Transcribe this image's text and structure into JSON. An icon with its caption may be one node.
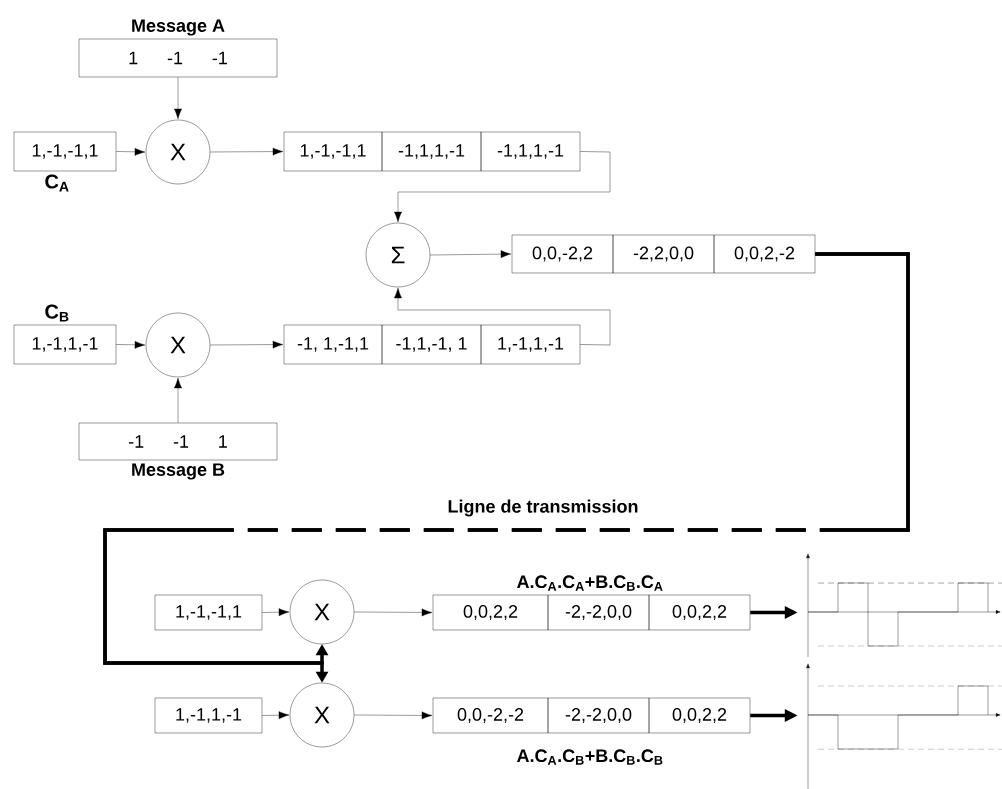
{
  "diagram": {
    "nodes": [
      {
        "text": [
          "Message A",
          "1 -1 -1"
        ]
      },
      {
        "text": [
          "1,-1,-1,1"
        ],
        "beside": [
          "C$_{A}$"
        ]
      },
      {
        "text": [
          "X"
        ]
      },
      {
        "text": [
          "1,-1,-1,1"
        ]
      },
      {
        "text": [
          "-1,1,1,-1"
        ]
      },
      {
        "text": [
          "-1,1,1,-1"
        ]
      },
      {
        "text": [
          "Σ"
        ]
      },
      {
        "text": [
          "0,0,-2,2"
        ]
      },
      {
        "text": [
          "-2,2,0,0"
        ]
      },
      {
        "text": [
          "0,0,2,-2"
        ]
      },
      {
        "text": [
          "1,-1,1,-1"
        ],
        "beside": [
          "C$_{B}$"
        ]
      },
      {
        "text": [
          "X"
        ]
      },
      {
        "text": [
          "-1, 1,-1,1"
        ]
      },
      {
        "text": [
          "-1,1,-1, 1"
        ]
      },
      {
        "text": [
          "1,-1,1,-1"
        ]
      },
      {
        "text": [
          "-1 -1 1",
          "Message B"
        ]
      },
      {
        "text": [
          "1,-1,-1,1"
        ]
      },
      {
        "text": [
          "X"
        ]
      },
      {
        "text": [
          "0,0,2,2"
        ]
      },
      {
        "text": [
          "-2,-2,0,0"
        ]
      },
      {
        "text": [
          "0,0,2,2"
        ]
      },
      {
        "text": [],
        "shape": "waveform"
      },
      {
        "text": [
          "1,-1,1,-1"
        ]
      },
      {
        "text": [
          "X"
        ]
      },
      {
        "text": [
          "0,0,-2,-2"
        ]
      },
      {
        "text": [
          "-2,-2,0,0"
        ]
      },
      {
        "text": [
          "0,0,2,2"
        ]
      },
      {
        "text": [],
        "shape": "waveform"
      }
    ],
    "edges": [
      {
        "from": 0,
        "to": 2,
        "arrow": "to"
      },
      {
        "from": 1,
        "to": 2,
        "arrow": "to"
      },
      {
        "from": 2,
        "to": 3,
        "arrow": "to"
      },
      {
        "from": 5,
        "to": 6,
        "arrow": "to"
      },
      {
        "from": 6,
        "to": 7,
        "arrow": "to"
      },
      {
        "from": 14,
        "to": 6,
        "arrow": "to"
      },
      {
        "from": 10,
        "to": 11,
        "arrow": "to"
      },
      {
        "from": 15,
        "to": 11,
        "arrow": "to"
      },
      {
        "from": 11,
        "to": 12,
        "arrow": "to"
      },
      {
        "from": 9,
        "to": 17,
        "arrow": "to",
        "style": "dashed",
        "label": "Ligne de transmission"
      },
      {
        "from": 9,
        "to": 23,
        "arrow": "to",
        "style": "dashed"
      },
      {
        "from": 16,
        "to": 17,
        "arrow": "to"
      },
      {
        "from": 17,
        "to": 18,
        "arrow": "to"
      },
      {
        "from": 20,
        "to": 21,
        "arrow": "to",
        "style": "thick"
      },
      {
        "from": 22,
        "to": 23,
        "arrow": "to"
      },
      {
        "from": 23,
        "to": 24,
        "arrow": "to"
      },
      {
        "from": 26,
        "to": 27,
        "arrow": "to",
        "style": "thick"
      }
    ],
    "labels": [
      "A.C$_{A}$.C$_{A}$+B.C$_{B}$.C$_{A}$",
      "A.C$_{A}$.C$_{B}$+B.C$_{B}$.C$_{B}$"
    ]
  }
}
